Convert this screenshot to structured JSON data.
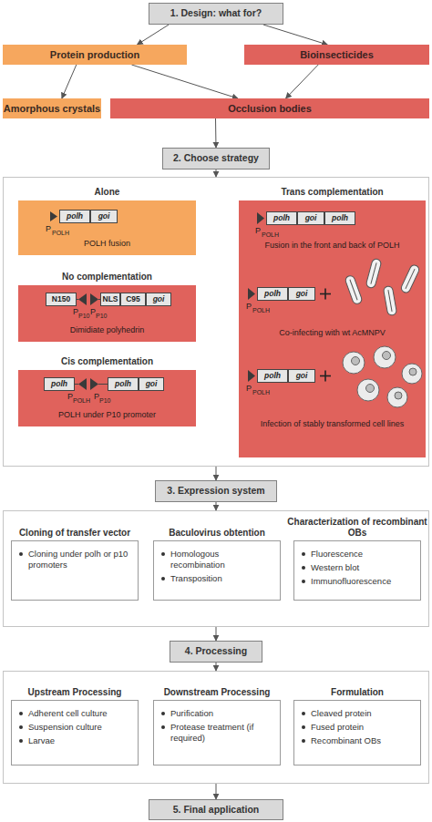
{
  "diagram": {
    "nodes": [
      {
        "text": [
          "1. Design: what for?"
        ]
      },
      {
        "text": [
          "Protein production"
        ]
      },
      {
        "text": [
          "Bioinsecticides"
        ]
      },
      {
        "text": [
          "Amorphous crystals"
        ]
      },
      {
        "text": [
          "Occlusion bodies"
        ]
      },
      {
        "text": [
          "2. Choose strategy"
        ]
      },
      {
        "text": [
          "Alone",
          "POLH fusion"
        ]
      },
      {
        "text": [
          "polh"
        ],
        "in": 6
      },
      {
        "text": [
          "goi"
        ],
        "in": 6
      },
      {
        "text": [
          "No complementation",
          "Dimidiate polyhedrin"
        ]
      },
      {
        "text": [
          "N150"
        ],
        "in": 9
      },
      {
        "text": [
          "NLS"
        ],
        "in": 9
      },
      {
        "text": [
          "C95"
        ],
        "in": 9
      },
      {
        "text": [
          "goi"
        ],
        "in": 9
      },
      {
        "text": [
          "Cis complementation",
          "POLH under P10 promoter"
        ]
      },
      {
        "text": [
          "polh"
        ],
        "in": 14
      },
      {
        "text": [
          "polh"
        ],
        "in": 14
      },
      {
        "text": [
          "goi"
        ],
        "in": 14
      },
      {
        "text": [
          "Trans complementation",
          "Fusion in the front and back of POLH",
          "Co-infecting with wt AcMNPV",
          "Infection of stably transformed cell lines"
        ]
      },
      {
        "text": [
          "polh"
        ],
        "in": 18
      },
      {
        "text": [
          "goi"
        ],
        "in": 18
      },
      {
        "text": [
          "polh"
        ],
        "in": 18
      },
      {
        "text": [
          "polh"
        ],
        "in": 18
      },
      {
        "text": [
          "goi"
        ],
        "in": 18
      },
      {
        "text": [
          "polh"
        ],
        "in": 18
      },
      {
        "text": [
          "goi"
        ],
        "in": 18
      },
      {
        "text": [
          "3. Expression system"
        ]
      },
      {
        "text": [
          "Cloning of transfer vector",
          "Cloning under polh or p10 promoters"
        ]
      },
      {
        "text": [
          "Baculovirus obtention",
          "Homologous recombination",
          "Transposition"
        ]
      },
      {
        "text": [
          "Characterization of recombinant OBs",
          "Fluorescence",
          "Western blot",
          "Immunofluorescence"
        ]
      },
      {
        "text": [
          "4. Processing"
        ]
      },
      {
        "text": [
          "Upstream Processing",
          "Adherent cell culture",
          "Suspension culture",
          "Larvae"
        ]
      },
      {
        "text": [
          "Downstream Processing",
          "Purification",
          "Protease treatment (if required)"
        ]
      },
      {
        "text": [
          "Formulation",
          "Cleaved protein",
          "Fused protein",
          "Recombinant OBs"
        ]
      },
      {
        "text": [
          "5. Final application"
        ]
      }
    ],
    "edges": [
      {
        "from": 0,
        "to": 1,
        "arrow": "to"
      },
      {
        "from": 0,
        "to": 2,
        "arrow": "to"
      },
      {
        "from": 1,
        "to": 3,
        "arrow": "to"
      },
      {
        "from": 1,
        "to": 4,
        "arrow": "to"
      },
      {
        "from": 2,
        "to": 4,
        "arrow": "to"
      },
      {
        "from": 4,
        "to": 5,
        "arrow": "to"
      },
      {
        "from": 5,
        "to": 26,
        "arrow": "to"
      },
      {
        "from": 26,
        "to": 30,
        "arrow": "to"
      },
      {
        "from": 30,
        "to": 34,
        "arrow": "to"
      }
    ],
    "labels": [
      "P",
      "POLH",
      "P",
      "P10",
      "P",
      "P10",
      "P",
      "POLH",
      "P",
      "P10",
      "P",
      "POLH",
      "P",
      "POLH",
      "P",
      "POLH"
    ]
  }
}
